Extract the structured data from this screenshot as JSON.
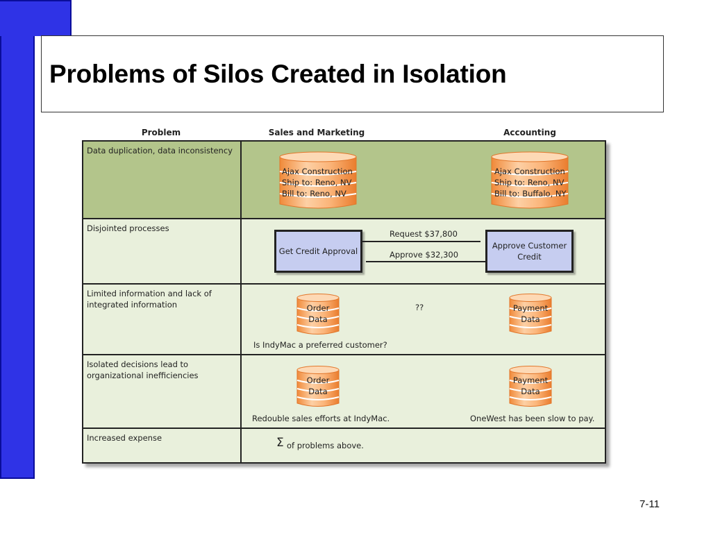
{
  "slide": {
    "title": "Problems of Silos Created in Isolation",
    "page_number": "7-11"
  },
  "table": {
    "headers": {
      "problem": "Problem",
      "sales": "Sales and Marketing",
      "accounting": "Accounting"
    },
    "rows": [
      {
        "problem": "Data duplication, data inconsistency",
        "sales_db": [
          "Ajax Construction",
          "Ship to: Reno, NV",
          "Bill to: Reno, NV"
        ],
        "accounting_db": [
          "Ajax Construction",
          "Ship to: Reno, NV",
          "Bill to: Buffalo, NY"
        ]
      },
      {
        "problem": "Disjointed processes",
        "sales_box": "Get Credit Approval",
        "accounting_box": "Approve Customer Credit",
        "flow_top": "Request $37,800",
        "flow_bottom": "Approve $32,300"
      },
      {
        "problem": "Limited information and lack of integrated information",
        "sales_db": [
          "Order",
          "Data"
        ],
        "accounting_db": [
          "Payment",
          "Data"
        ],
        "middle": "??",
        "note": "Is IndyMac a preferred customer?"
      },
      {
        "problem": "Isolated decisions lead to organizational inefficiencies",
        "sales_db": [
          "Order",
          "Data"
        ],
        "accounting_db": [
          "Payment",
          "Data"
        ],
        "sales_note": "Redouble sales efforts at IndyMac.",
        "accounting_note": "OneWest has been slow to pay."
      },
      {
        "problem": "Increased expense",
        "sigma": "Σ",
        "note": "of problems above."
      }
    ]
  },
  "colors": {
    "accent_blue": "#2f33e6",
    "row_green_dark": "#b3c58b",
    "row_green_light": "#e9f0dc",
    "db_orange": "#f7a860",
    "box_lavender": "#c6cdf0"
  },
  "icons": [
    "database-icon"
  ]
}
